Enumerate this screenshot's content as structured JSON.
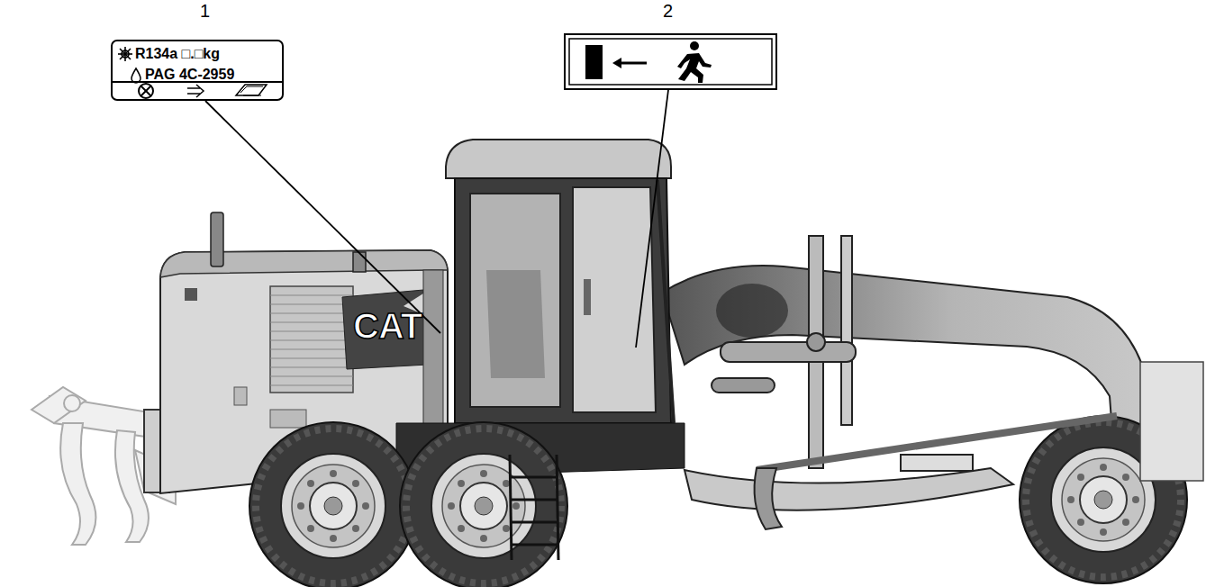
{
  "diagram": {
    "nodes": [
      {
        "text": [
          "R134a □.□kg",
          "PAG 4C-2959"
        ]
      }
    ],
    "labels": [
      "1",
      "2",
      "CAT"
    ]
  }
}
